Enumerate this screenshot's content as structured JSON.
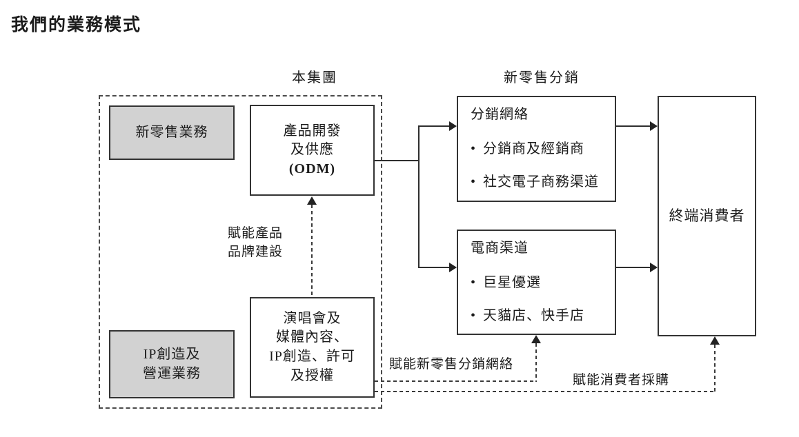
{
  "title": "我們的業務模式",
  "labels": {
    "group": "本集團",
    "new_retail_distribution": "新零售分銷",
    "empower_brand_line1": "賦能產品",
    "empower_brand_line2": "品牌建設",
    "empower_distribution": "賦能新零售分銷網絡",
    "empower_consumer": "賦能消費者採購"
  },
  "bullet_char": "•",
  "boxes": {
    "new_retail_business": {
      "label": "新零售業務"
    },
    "product_dev": {
      "line1": "產品開發",
      "line2": "及供應",
      "line3": "(ODM)"
    },
    "ip_business": {
      "line1": "IP創造及",
      "line2": "營運業務"
    },
    "ip_content": {
      "line1": "演唱會及",
      "line2": "媒體內容、",
      "line3": "IP創造、許可",
      "line4": "及授權"
    },
    "distribution_network": {
      "title": "分銷網絡",
      "bullets": [
        "分銷商及經銷商",
        "社交電子商務渠道"
      ]
    },
    "ecommerce_channels": {
      "title": "電商渠道",
      "bullets": [
        "巨星優選",
        "天貓店、快手店"
      ]
    },
    "end_consumers": {
      "label": "終端消費者"
    }
  },
  "colors": {
    "box_fill_gray": "#d2d2d2",
    "line": "#2e2e2e",
    "text": "#1c1c1c",
    "background": "#ffffff"
  }
}
